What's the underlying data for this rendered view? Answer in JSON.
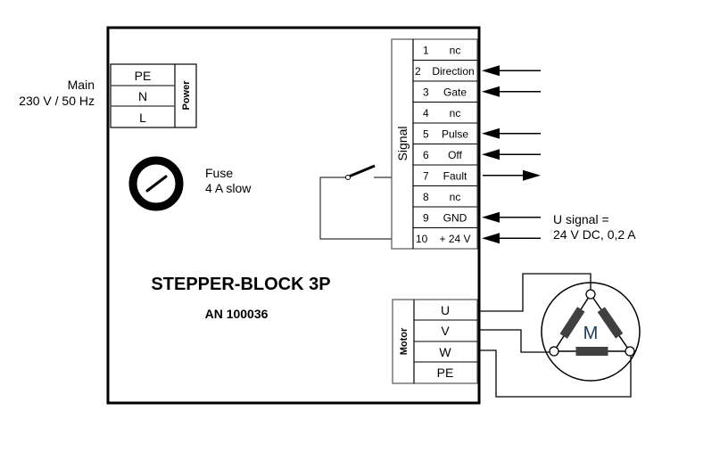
{
  "mains": {
    "label_line1": "Main",
    "label_line2": "230 V / 50 Hz"
  },
  "power_block": {
    "title": "Power",
    "terminals": [
      "PE",
      "N",
      "L"
    ]
  },
  "fuse": {
    "label_line1": "Fuse",
    "label_line2": "4 A slow"
  },
  "device": {
    "name": "STEPPER-BLOCK 3P",
    "part_number": "AN 100036"
  },
  "signal_block": {
    "title": "Signal",
    "terminals": [
      {
        "num": "1",
        "name": "nc",
        "arrow": "none"
      },
      {
        "num": "2",
        "name": "Direction",
        "arrow": "in"
      },
      {
        "num": "3",
        "name": "Gate",
        "arrow": "in"
      },
      {
        "num": "4",
        "name": "nc",
        "arrow": "none"
      },
      {
        "num": "5",
        "name": "Pulse",
        "arrow": "in"
      },
      {
        "num": "6",
        "name": "Off",
        "arrow": "in"
      },
      {
        "num": "7",
        "name": "Fault",
        "arrow": "out"
      },
      {
        "num": "8",
        "name": "nc",
        "arrow": "none"
      },
      {
        "num": "9",
        "name": "GND",
        "arrow": "in"
      },
      {
        "num": "10",
        "name": "+ 24 V",
        "arrow": "in"
      }
    ],
    "supply_note_line1": "U signal =",
    "supply_note_line2": "24 V DC, 0,2 A"
  },
  "motor_block": {
    "title": "Motor",
    "terminals": [
      "U",
      "V",
      "W",
      "PE"
    ]
  },
  "motor": {
    "symbol": "M",
    "symbol_color": "#1f3864",
    "winding_color": "#404040"
  }
}
